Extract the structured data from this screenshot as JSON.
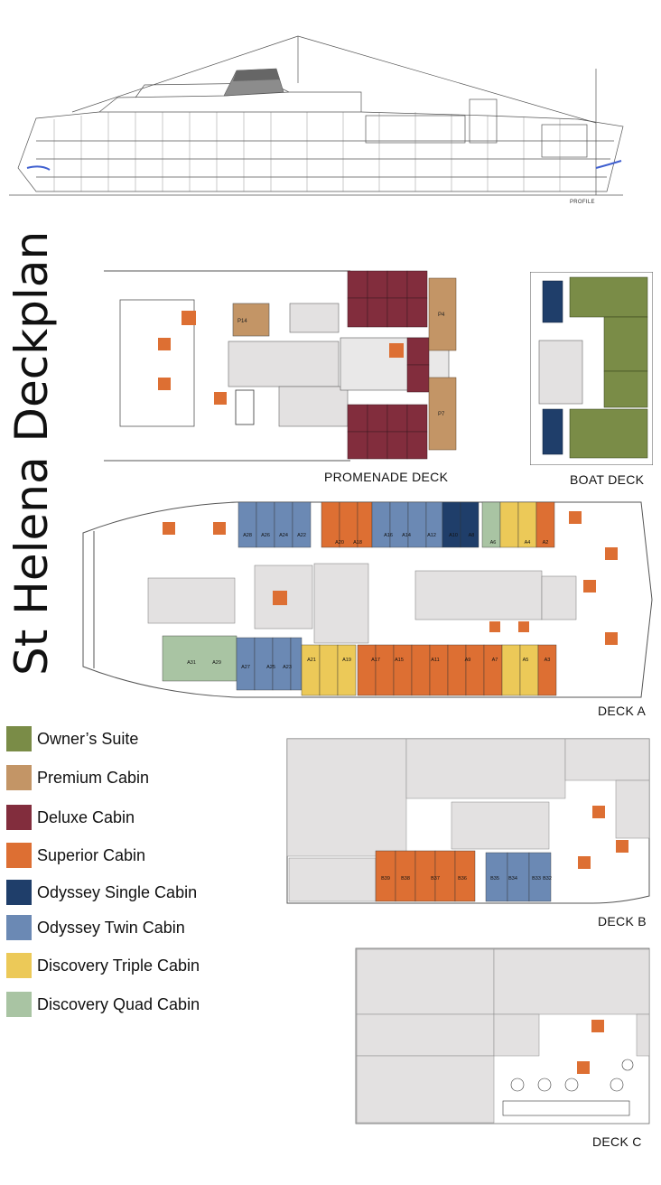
{
  "title": "St Helena Deckplan",
  "profile_label": "PROFILE",
  "decks": {
    "promenade": "PROMENADE DECK",
    "boat": "BOAT DECK",
    "a": "DECK A",
    "b": "DECK B",
    "c": "DECK C"
  },
  "cabin_labels": {
    "promenade": [
      "P14",
      "P4",
      "P7"
    ],
    "deck_a_top": [
      "A28",
      "A26",
      "A24",
      "A22",
      "A20",
      "A18",
      "A16",
      "A14",
      "A12",
      "A10",
      "A8",
      "A6",
      "A4",
      "A2"
    ],
    "deck_a_bottom": [
      "A31",
      "A29",
      "A27",
      "A25",
      "A23",
      "A21",
      "A19",
      "A17",
      "A15",
      "A11",
      "A9",
      "A7",
      "A5",
      "A3"
    ],
    "deck_b": [
      "B39",
      "B38",
      "B37",
      "B36",
      "B35",
      "B34",
      "B33",
      "B32"
    ]
  },
  "legend": [
    {
      "label": "Owner’s Suite",
      "color": "#7a8c47"
    },
    {
      "label": "Premium Cabin",
      "color": "#c39566"
    },
    {
      "label": "Deluxe Cabin",
      "color": "#822d3d"
    },
    {
      "label": "Superior Cabin",
      "color": "#dd6f33"
    },
    {
      "label": "Odyssey Single Cabin",
      "color": "#1f3e6a"
    },
    {
      "label": "Odyssey Twin Cabin",
      "color": "#6b89b4"
    },
    {
      "label": "Discovery Triple Cabin",
      "color": "#ecc958"
    },
    {
      "label": "Discovery Quad Cabin",
      "color": "#a9c4a3"
    }
  ]
}
